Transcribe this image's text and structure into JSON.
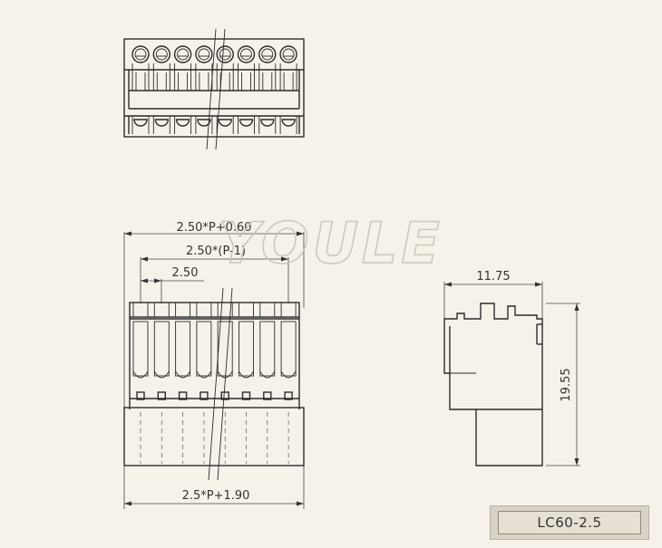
{
  "watermark": "YOULE",
  "model": "LC60-2.5",
  "dimensions": {
    "total_top": "2.50*P+0.60",
    "pitch_span": "2.50*(P-1)",
    "pitch": "2.50",
    "total_bottom": "2.5*P+1.90",
    "depth": "11.75",
    "height": "19.55"
  },
  "pin_count_shown": 8
}
